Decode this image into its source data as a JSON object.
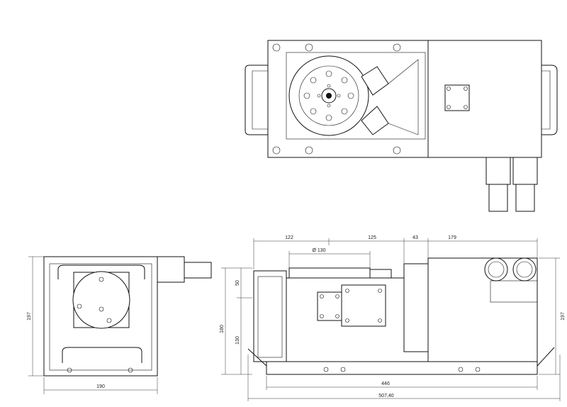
{
  "dimensions": {
    "side_height": "197",
    "side_width": "190",
    "front_top_left": "122",
    "front_top_mid": "125",
    "front_top_small": "43",
    "front_top_right": "179",
    "front_diameter": "Ø 130",
    "front_left_50": "50",
    "front_left_180": "180",
    "front_left_130": "130",
    "front_right_height": "197",
    "front_bottom_446": "446",
    "front_bottom_total": "507,40"
  }
}
